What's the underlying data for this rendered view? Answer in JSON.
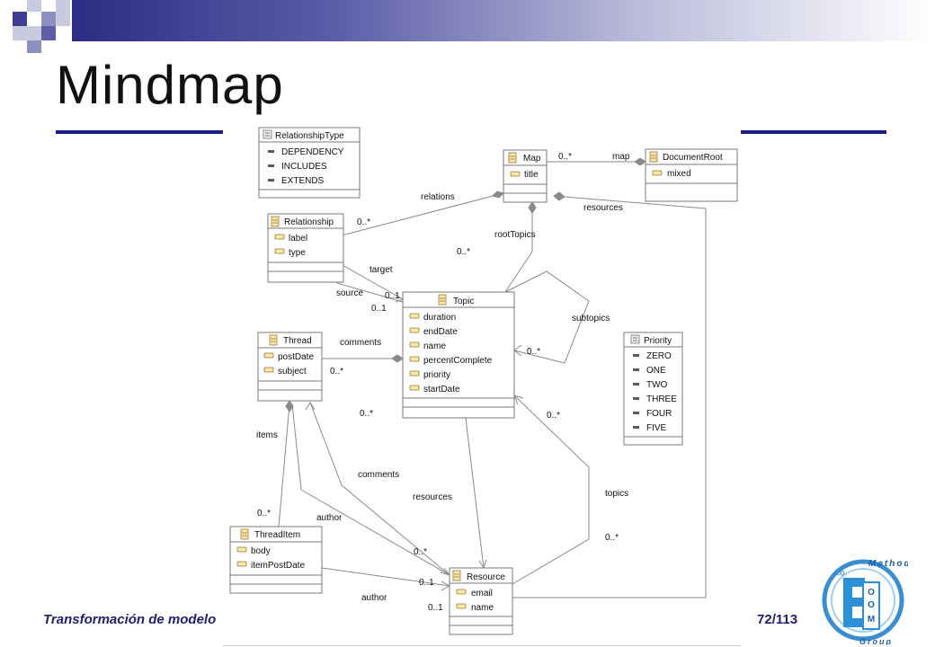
{
  "slide": {
    "title": "Mindmap",
    "footer_left": "Transformación de modelo",
    "page_current": "72",
    "page_total": "/113"
  },
  "logo": {
    "text_top": "Method",
    "text_bottom": "Group",
    "letters": [
      "O",
      "O",
      "M"
    ]
  },
  "colors": {
    "accent_blue": "#1f1f8c",
    "class_header_icon": "#c8a040",
    "line_gray": "#8a8a8a"
  },
  "classes": {
    "relationship_type": {
      "name": "RelationshipType",
      "stereotype": "enum",
      "items": [
        "DEPENDENCY",
        "INCLUDES",
        "EXTENDS"
      ]
    },
    "map": {
      "name": "Map",
      "attrs": [
        "title"
      ]
    },
    "document_root": {
      "name": "DocumentRoot",
      "attrs": [
        "mixed"
      ]
    },
    "relationship": {
      "name": "Relationship",
      "attrs": [
        "label",
        "type"
      ]
    },
    "topic": {
      "name": "Topic",
      "attrs": [
        "duration",
        "endDate",
        "name",
        "percentComplete",
        "priority",
        "startDate"
      ]
    },
    "thread": {
      "name": "Thread",
      "attrs": [
        "postDate",
        "subject"
      ]
    },
    "priority": {
      "name": "Priority",
      "stereotype": "enum",
      "items": [
        "ZERO",
        "ONE",
        "TWO",
        "THREE",
        "FOUR",
        "FIVE"
      ]
    },
    "thread_item": {
      "name": "ThreadItem",
      "attrs": [
        "body",
        "itemPostDate"
      ]
    },
    "resource": {
      "name": "Resource",
      "attrs": [
        "email",
        "name"
      ]
    }
  },
  "labels": {
    "map_mult": "0..*",
    "map_role": "map",
    "relations": "relations",
    "resources_top": "resources",
    "rel_mult": "0..*",
    "root_topics": "rootTopics",
    "root_mult": "0..*",
    "target": "target",
    "source": "source",
    "target_mult": "0..1",
    "source_mult": "0..1",
    "subtopics": "subtopics",
    "subtopics_mult": "0..*",
    "comments_thread": "comments",
    "comments_mult": "0..*",
    "topic_res_mult": "0..*",
    "topics_mult_top": "0..*",
    "items": "items",
    "comments_res": "comments",
    "resources_mid": "resources",
    "topics": "topics",
    "items_mult": "0..*",
    "author_thread": "author",
    "author_res_mult": "0..*",
    "topics_mult_bottom": "0..*",
    "author_mult_1": "0..1",
    "author_item": "author",
    "author_mult_2": "0..1"
  }
}
